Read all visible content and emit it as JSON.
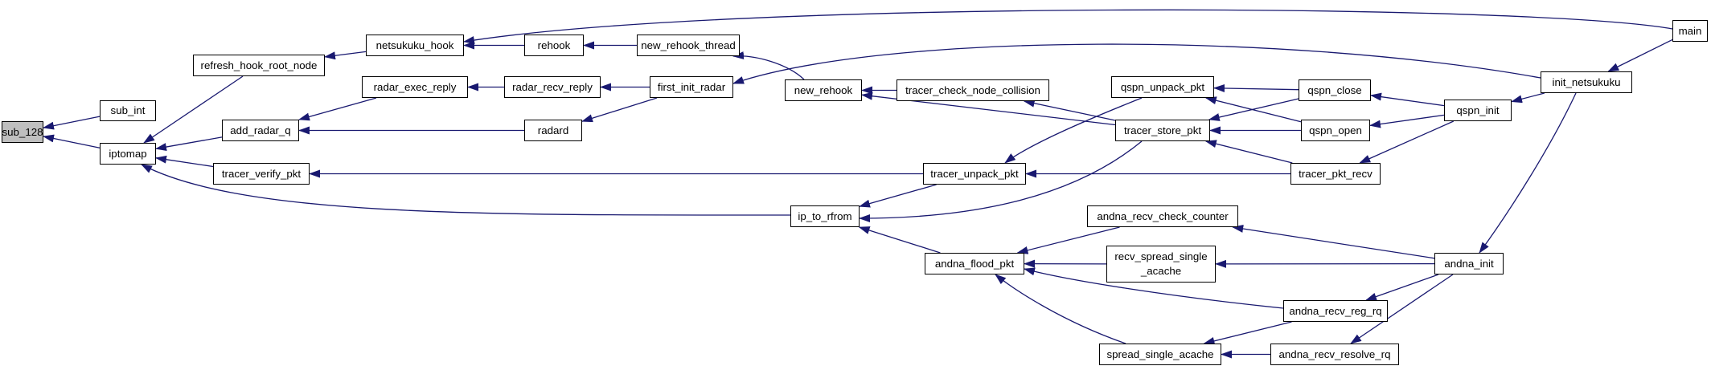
{
  "graph": {
    "colors": {
      "edge": "#191970",
      "node_border": "#000000",
      "node_fill": "#ffffff",
      "root_fill": "#bfbfbf"
    },
    "nodes": [
      {
        "id": "sub_128",
        "label": "sub_128",
        "root": true
      },
      {
        "id": "sub_int",
        "label": "sub_int"
      },
      {
        "id": "iptomap",
        "label": "iptomap"
      },
      {
        "id": "refresh_hook_root_node",
        "label": "refresh_hook_root_node"
      },
      {
        "id": "add_radar_q",
        "label": "add_radar_q"
      },
      {
        "id": "tracer_verify_pkt",
        "label": "tracer_verify_pkt"
      },
      {
        "id": "netsukuku_hook",
        "label": "netsukuku_hook"
      },
      {
        "id": "radar_exec_reply",
        "label": "radar_exec_reply"
      },
      {
        "id": "rehook",
        "label": "rehook"
      },
      {
        "id": "radar_recv_reply",
        "label": "radar_recv_reply"
      },
      {
        "id": "radard",
        "label": "radard"
      },
      {
        "id": "new_rehook_thread",
        "label": "new_rehook_thread"
      },
      {
        "id": "first_init_radar",
        "label": "first_init_radar"
      },
      {
        "id": "ip_to_rfrom",
        "label": "ip_to_rfrom"
      },
      {
        "id": "new_rehook",
        "label": "new_rehook"
      },
      {
        "id": "tracer_check_node_collision",
        "label": "tracer_check_node_collision"
      },
      {
        "id": "tracer_unpack_pkt",
        "label": "tracer_unpack_pkt"
      },
      {
        "id": "andna_flood_pkt",
        "label": "andna_flood_pkt"
      },
      {
        "id": "qspn_unpack_pkt",
        "label": "qspn_unpack_pkt"
      },
      {
        "id": "tracer_store_pkt",
        "label": "tracer_store_pkt"
      },
      {
        "id": "andna_recv_check_counter",
        "label": "andna_recv_check_counter"
      },
      {
        "id": "recv_spread_single_acache",
        "label": "recv_spread_single\n_acache"
      },
      {
        "id": "spread_single_acache",
        "label": "spread_single_acache"
      },
      {
        "id": "qspn_close",
        "label": "qspn_close"
      },
      {
        "id": "qspn_open",
        "label": "qspn_open"
      },
      {
        "id": "tracer_pkt_recv",
        "label": "tracer_pkt_recv"
      },
      {
        "id": "andna_recv_reg_rq",
        "label": "andna_recv_reg_rq"
      },
      {
        "id": "andna_recv_resolve_rq",
        "label": "andna_recv_resolve_rq"
      },
      {
        "id": "qspn_init",
        "label": "qspn_init"
      },
      {
        "id": "andna_init",
        "label": "andna_init"
      },
      {
        "id": "init_netsukuku",
        "label": "init_netsukuku"
      },
      {
        "id": "main",
        "label": "main"
      }
    ],
    "edges": [
      {
        "caller": "sub_int",
        "callee": "sub_128"
      },
      {
        "caller": "iptomap",
        "callee": "sub_128"
      },
      {
        "caller": "refresh_hook_root_node",
        "callee": "iptomap"
      },
      {
        "caller": "add_radar_q",
        "callee": "iptomap"
      },
      {
        "caller": "tracer_verify_pkt",
        "callee": "iptomap"
      },
      {
        "caller": "ip_to_rfrom",
        "callee": "iptomap"
      },
      {
        "caller": "netsukuku_hook",
        "callee": "refresh_hook_root_node"
      },
      {
        "caller": "radar_exec_reply",
        "callee": "add_radar_q"
      },
      {
        "caller": "radard",
        "callee": "add_radar_q"
      },
      {
        "caller": "tracer_unpack_pkt",
        "callee": "tracer_verify_pkt"
      },
      {
        "caller": "rehook",
        "callee": "netsukuku_hook"
      },
      {
        "caller": "main",
        "callee": "netsukuku_hook"
      },
      {
        "caller": "radar_recv_reply",
        "callee": "radar_exec_reply"
      },
      {
        "caller": "new_rehook_thread",
        "callee": "rehook"
      },
      {
        "caller": "first_init_radar",
        "callee": "radar_recv_reply"
      },
      {
        "caller": "first_init_radar",
        "callee": "radard"
      },
      {
        "caller": "new_rehook",
        "callee": "new_rehook_thread"
      },
      {
        "caller": "init_netsukuku",
        "callee": "first_init_radar"
      },
      {
        "caller": "tracer_unpack_pkt",
        "callee": "ip_to_rfrom"
      },
      {
        "caller": "andna_flood_pkt",
        "callee": "ip_to_rfrom"
      },
      {
        "caller": "tracer_store_pkt",
        "callee": "ip_to_rfrom"
      },
      {
        "caller": "tracer_check_node_collision",
        "callee": "new_rehook"
      },
      {
        "caller": "tracer_store_pkt",
        "callee": "new_rehook"
      },
      {
        "caller": "tracer_store_pkt",
        "callee": "tracer_check_node_collision"
      },
      {
        "caller": "qspn_unpack_pkt",
        "callee": "tracer_unpack_pkt"
      },
      {
        "caller": "tracer_pkt_recv",
        "callee": "tracer_unpack_pkt"
      },
      {
        "caller": "andna_recv_check_counter",
        "callee": "andna_flood_pkt"
      },
      {
        "caller": "recv_spread_single_acache",
        "callee": "andna_flood_pkt"
      },
      {
        "caller": "andna_recv_reg_rq",
        "callee": "andna_flood_pkt"
      },
      {
        "caller": "spread_single_acache",
        "callee": "andna_flood_pkt"
      },
      {
        "caller": "qspn_close",
        "callee": "qspn_unpack_pkt"
      },
      {
        "caller": "qspn_open",
        "callee": "qspn_unpack_pkt"
      },
      {
        "caller": "qspn_close",
        "callee": "tracer_store_pkt"
      },
      {
        "caller": "qspn_open",
        "callee": "tracer_store_pkt"
      },
      {
        "caller": "tracer_pkt_recv",
        "callee": "tracer_store_pkt"
      },
      {
        "caller": "andna_init",
        "callee": "andna_recv_check_counter"
      },
      {
        "caller": "andna_init",
        "callee": "recv_spread_single_acache"
      },
      {
        "caller": "andna_recv_reg_rq",
        "callee": "spread_single_acache"
      },
      {
        "caller": "andna_recv_resolve_rq",
        "callee": "spread_single_acache"
      },
      {
        "caller": "qspn_init",
        "callee": "qspn_close"
      },
      {
        "caller": "qspn_init",
        "callee": "qspn_open"
      },
      {
        "caller": "qspn_init",
        "callee": "tracer_pkt_recv"
      },
      {
        "caller": "andna_init",
        "callee": "andna_recv_reg_rq"
      },
      {
        "caller": "andna_init",
        "callee": "andna_recv_resolve_rq"
      },
      {
        "caller": "init_netsukuku",
        "callee": "qspn_init"
      },
      {
        "caller": "init_netsukuku",
        "callee": "andna_init"
      },
      {
        "caller": "main",
        "callee": "init_netsukuku"
      }
    ]
  }
}
